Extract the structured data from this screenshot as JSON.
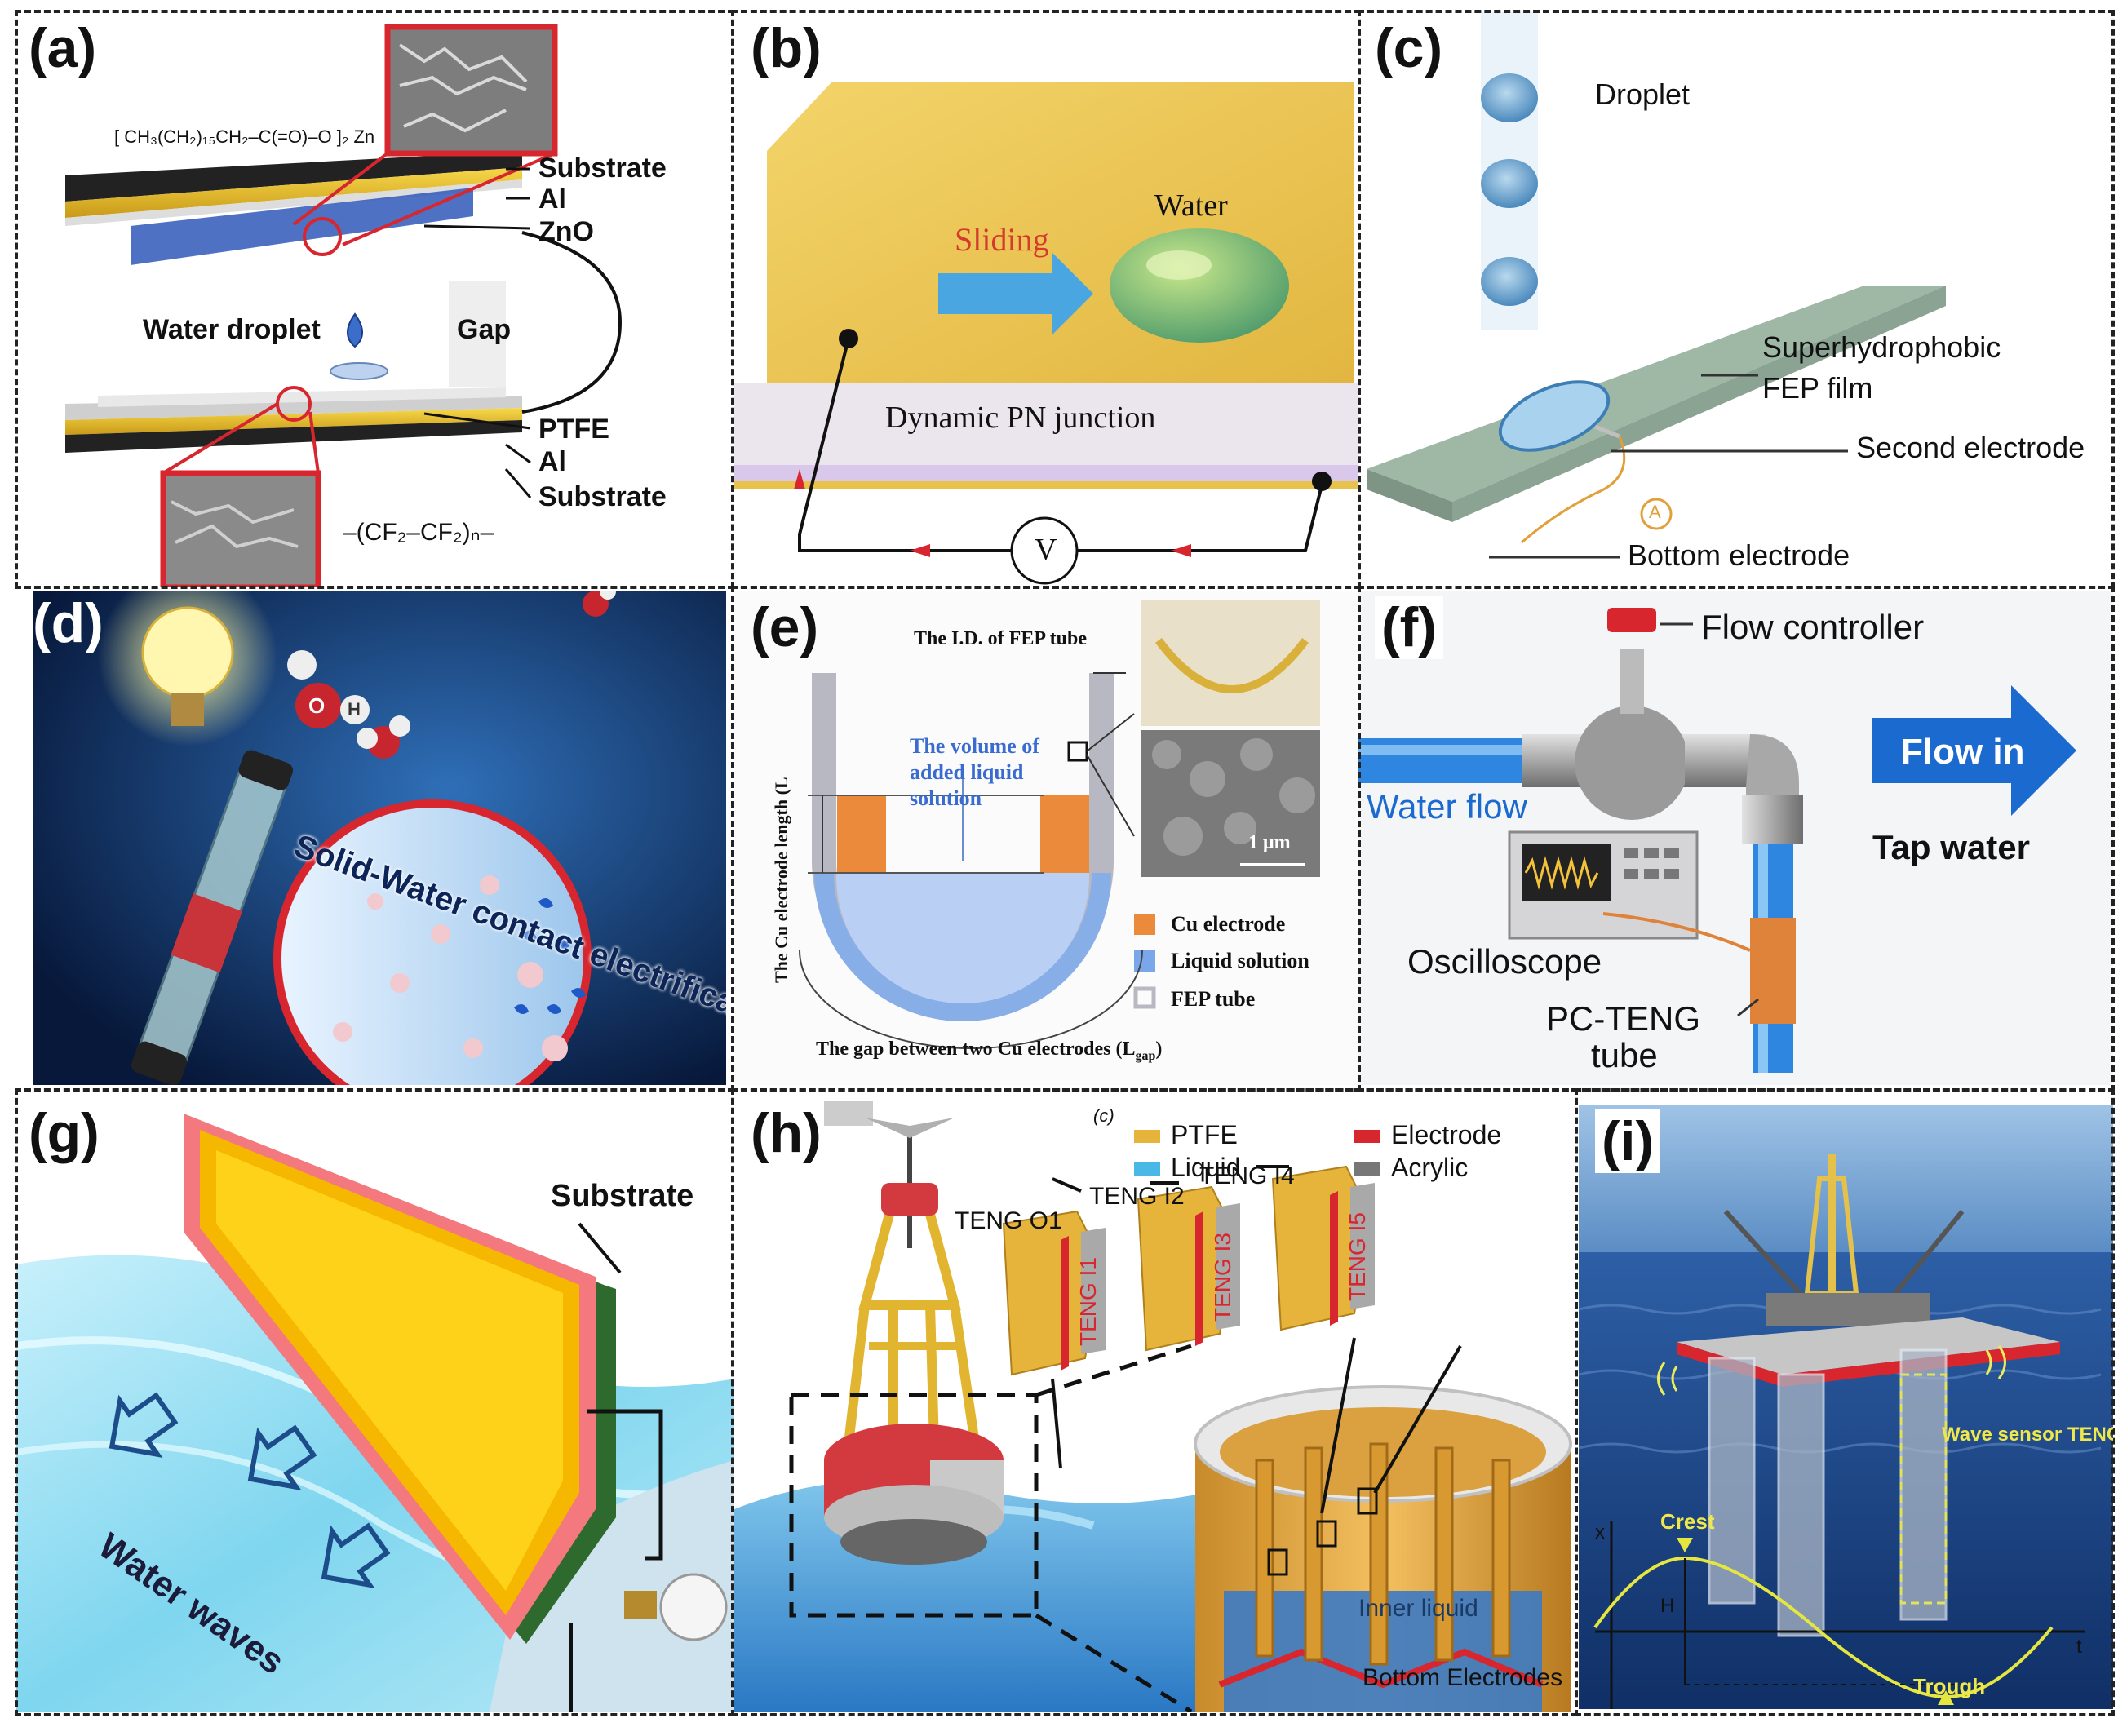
{
  "panels": {
    "a": {
      "label": "(a)",
      "formula_top": "[ CH₃(CH₂)₁₅CH₂–C(=O)–O ]₂ Zn",
      "layers_top": [
        "Substrate",
        "Al",
        "ZnO"
      ],
      "droplet": "Water droplet",
      "gap": "Gap",
      "layers_bottom": [
        "PTFE",
        "Al",
        "Substrate"
      ],
      "formula_bottom": "–(CF₂–CF₂)ₙ–"
    },
    "b": {
      "label": "(b)",
      "water": "Water",
      "sliding": "Sliding",
      "junction": "Dynamic PN junction",
      "meter": "V"
    },
    "c": {
      "label": "(c)",
      "droplet": "Droplet",
      "film_line1": "Superhydrophobic",
      "film_line2": "FEP film",
      "second_electrode": "Second electrode",
      "ammeter": "A",
      "bottom_electrode": "Bottom electrode"
    },
    "d": {
      "label": "(d)",
      "arc_text": "Solid-Water contact electrification",
      "atom_o": "O",
      "atom_h": "H"
    },
    "e": {
      "label": "(e)",
      "id_label": "The I.D. of FEP tube",
      "y_axis_label": "The Cu electrode length (L",
      "volume_text_l1": "The volume of",
      "volume_text_l2": "added liquid",
      "volume_text_l3": "solution",
      "scale": "1 μm",
      "legend": [
        "Cu electrode",
        "Liquid solution",
        "FEP tube"
      ],
      "gap_label": "The gap between two Cu electrodes (L",
      "gap_sub": "gap",
      "gap_close": ")"
    },
    "f": {
      "label": "(f)",
      "controller": "Flow controller",
      "water_flow": "Water flow",
      "flow_in": "Flow in",
      "tap_water": "Tap water",
      "oscilloscope": "Oscilloscope",
      "tube_line1": "PC-TENG",
      "tube_line2": "tube"
    },
    "g": {
      "label": "(g)",
      "substrate": "Substrate",
      "waves": "Water waves"
    },
    "h": {
      "label": "(h)",
      "panel_tag": "(c)",
      "legend": [
        "PTFE",
        "Electrode",
        "Liquid",
        "Acrylic"
      ],
      "teng": [
        "TENG O1",
        "TENG I2",
        "TENG I4",
        "TENG I1",
        "TENG I3",
        "TENG I5"
      ],
      "inner_liquid": "Inner liquid",
      "bottom_electrodes": "Bottom Electrodes"
    },
    "i": {
      "label": "(i)",
      "sensor": "Wave sensor TENG",
      "crest": "Crest",
      "trough": "Trough",
      "axis_x": "x",
      "axis_t": "t",
      "amplitude": "H"
    }
  },
  "colors": {
    "gold": "#f2c02a",
    "orange": "#e8873a",
    "blue_liquid": "#6fa0e0",
    "red_accent": "#d8333a",
    "navy_bg": "#0d2d66",
    "ocean": "#1d4a8a",
    "flow_blue": "#1a6ad0"
  }
}
